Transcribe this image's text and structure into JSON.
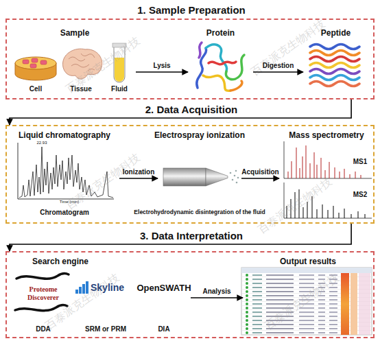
{
  "diagram": {
    "nodes": [
      {
        "text": [
          "1. Sample Preparation"
        ]
      },
      {
        "text": [
          "Sample"
        ],
        "in": 0
      },
      {
        "text": [
          "Protein"
        ],
        "in": 0
      },
      {
        "text": [
          "Peptide"
        ],
        "in": 0
      },
      {
        "text": [
          "2. Data Acquisition"
        ]
      },
      {
        "text": [
          "Liquid chromatography",
          "Chromatogram"
        ],
        "in": 4
      },
      {
        "text": [
          "Electrospray ionization",
          "Electrohydrodynamic disintegration of the fluid"
        ],
        "in": 4
      },
      {
        "text": [
          "Mass spectrometry"
        ],
        "in": 4
      },
      {
        "text": [
          "3. Data Interpretation"
        ]
      },
      {
        "text": [
          "Search engine"
        ],
        "in": 8
      },
      {
        "text": [
          "Proteome Discoverer",
          "DDA"
        ],
        "in": 9
      },
      {
        "text": [
          "Skyline",
          "SRM or PRM"
        ],
        "in": 9
      },
      {
        "text": [
          "OpenSWATH",
          "DIA"
        ],
        "in": 9
      },
      {
        "text": [
          "Output results"
        ],
        "in": 8
      }
    ],
    "edges": [
      {
        "from": 0,
        "to": 4,
        "arrow": "to"
      },
      {
        "from": 4,
        "to": 8,
        "arrow": "to"
      },
      {
        "from": 1,
        "to": 2,
        "label": "Lysis",
        "arrow": "to"
      },
      {
        "from": 2,
        "to": 3,
        "label": "Digestion",
        "arrow": "to"
      },
      {
        "from": 5,
        "to": 6,
        "label": "Ionization",
        "arrow": "to"
      },
      {
        "from": 6,
        "to": 7,
        "label": "Acquisition",
        "arrow": "to"
      },
      {
        "from": 9,
        "to": 13,
        "label": "Analysis",
        "arrow": "to"
      }
    ],
    "labels": [
      "Cell",
      "Tissue",
      "Fluid",
      "22.93",
      "Time (min)",
      "MS1",
      "MS2",
      "百泰派克生物科技",
      "百泰派克生物科技",
      "百泰派克生物科技",
      "百泰派克生物科技",
      "百泰派克生物科技",
      "百泰派克生物科技"
    ]
  }
}
